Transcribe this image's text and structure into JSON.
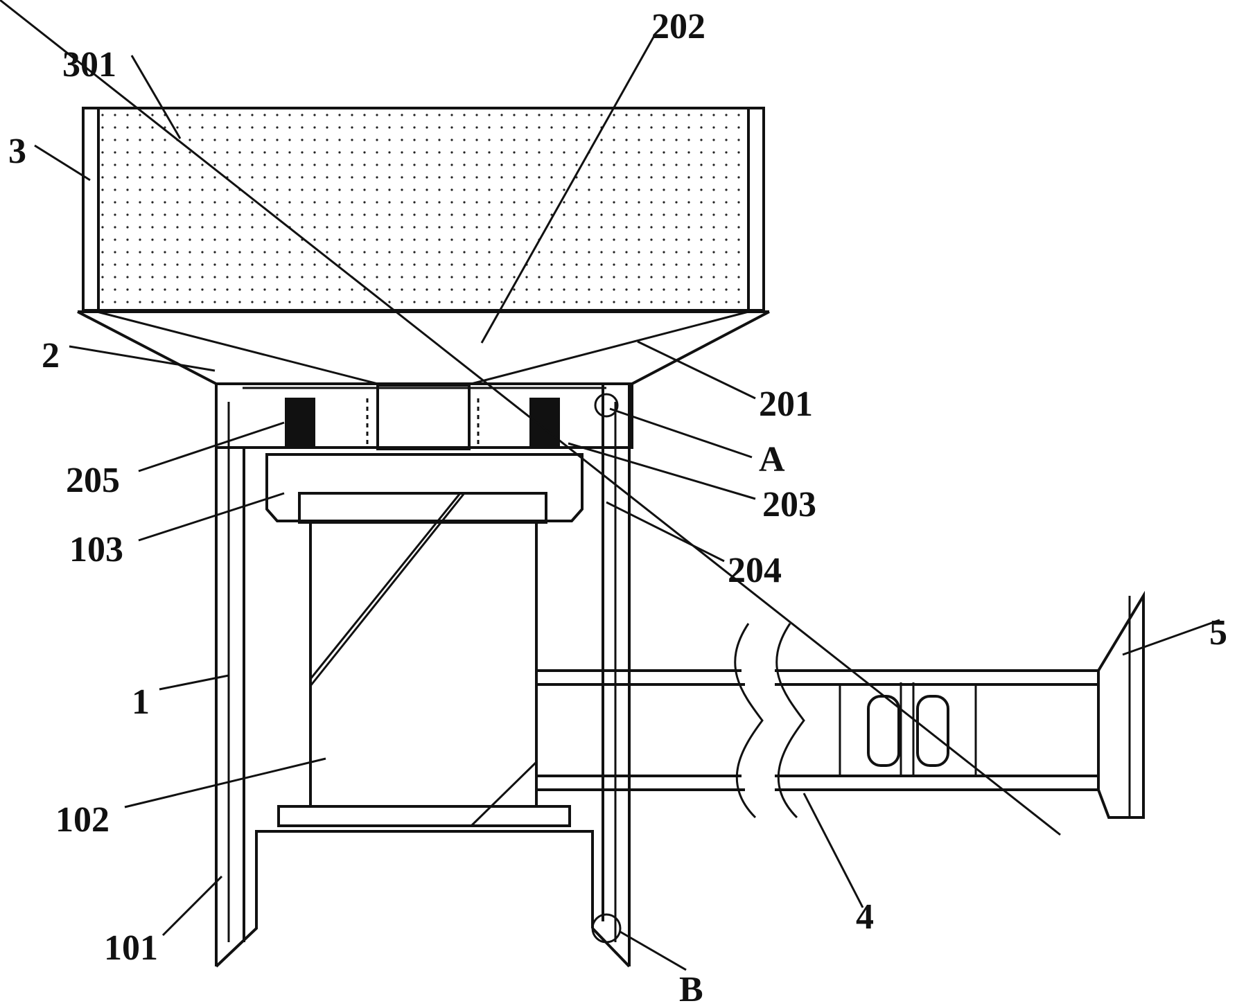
{
  "labels": {
    "l301": "301",
    "l202": "202",
    "l3": "3",
    "l2": "2",
    "l201": "201",
    "lA": "A",
    "l205": "205",
    "l203": "203",
    "l103": "103",
    "l204": "204",
    "l5": "5",
    "l1": "1",
    "l102": "102",
    "l4": "4",
    "l101": "101",
    "lB": "B"
  }
}
